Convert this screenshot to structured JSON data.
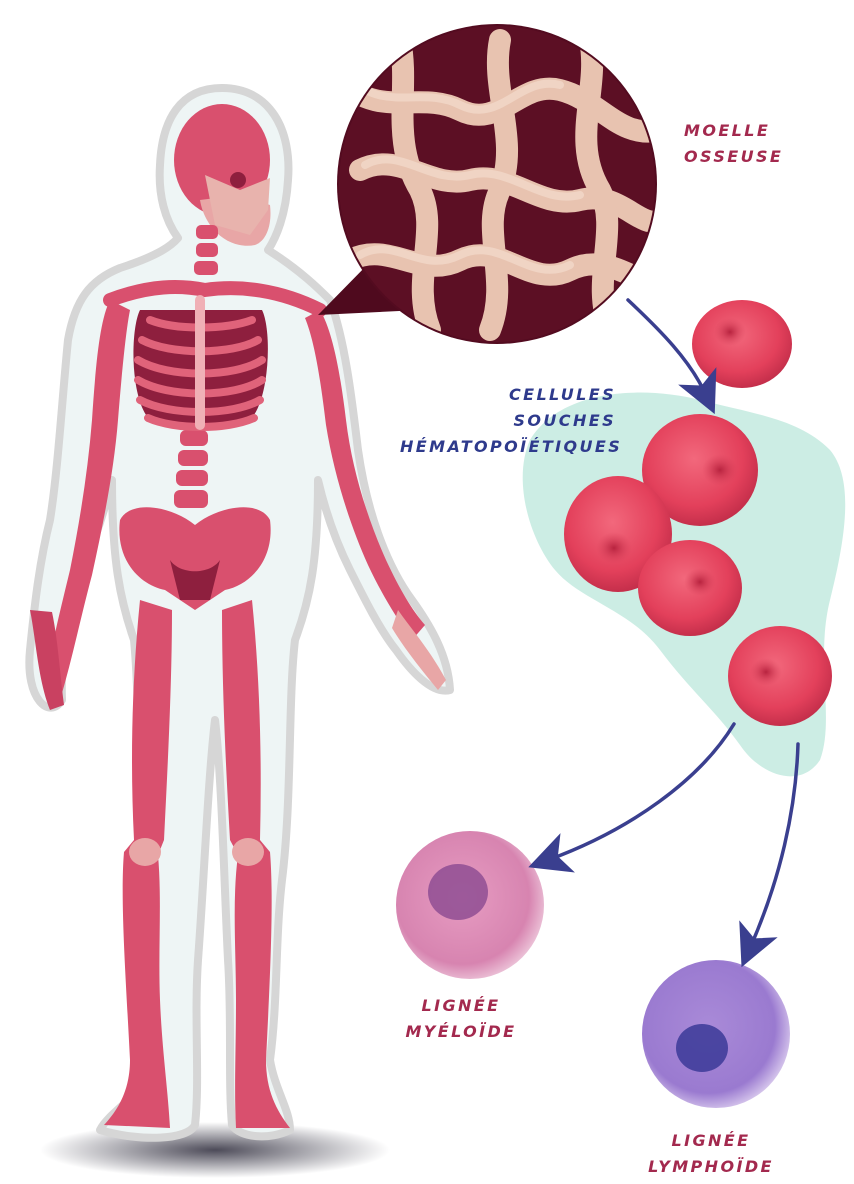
{
  "labels": {
    "bone_marrow": [
      "MOELLE",
      "OSSEUSE"
    ],
    "stem_cells": [
      "CELLULES",
      "SOUCHES",
      "HÉMATOPOÏÉTIQUES"
    ],
    "myeloid": [
      "LIGNÉE",
      "MYÉLOÏDE"
    ],
    "lymphoid": [
      "LIGNÉE",
      "LYMPHOÏDE"
    ]
  },
  "colors": {
    "bone": "#d9506e",
    "bone_dark": "#8e1f3e",
    "body_outline": "#dcdcdc",
    "body_fill": "#eef5f5",
    "label_crimson": "#a3294e",
    "label_navy": "#2e3a8c",
    "arrow": "#3a3f8f",
    "stem_blob": "#bfe6dc",
    "red_cell": "#e84a63",
    "myeloid_cell": "#d784b0",
    "lymphoid_cell": "#9a7ad0"
  },
  "icons": {
    "figure": "human-skeleton-icon",
    "marrow": "bone-marrow-magnifier-icon",
    "cells": "cell-icon",
    "arrows": "arrow-icon"
  }
}
